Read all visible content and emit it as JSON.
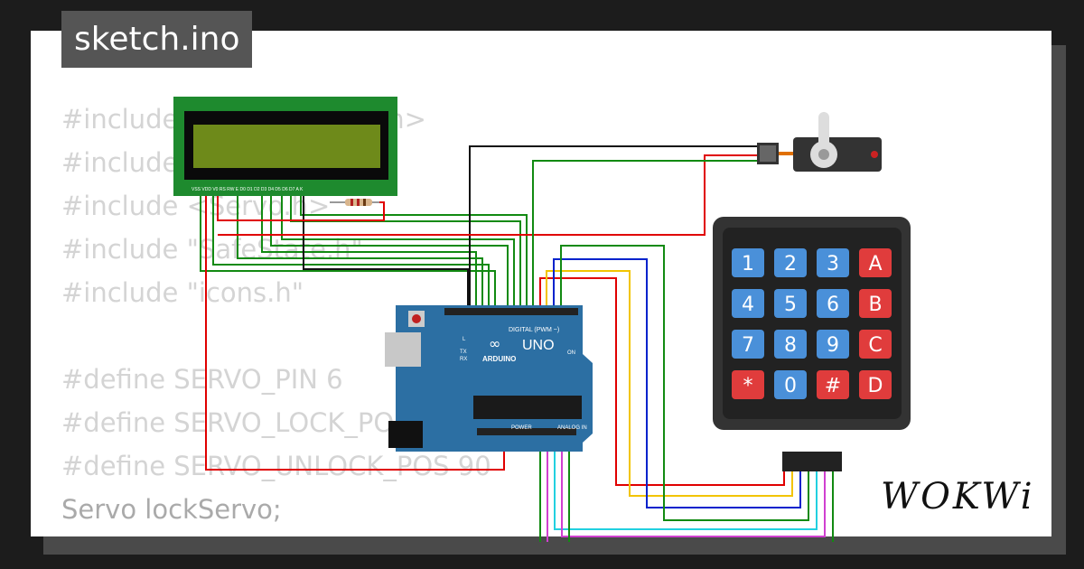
{
  "header": {
    "filename": "sketch.ino"
  },
  "code_lines": [
    "#include <LiquidCrystal.h>",
    "#include <Keypad.h>",
    "#include <Servo.h>",
    "#include \"SafeState.h\"",
    "#include \"icons.h\"",
    "",
    "#define SERVO_PIN 6",
    "#define SERVO_LOCK_POS 20",
    "#define SERVO_UNLOCK_POS 90",
    "Servo lockServo;"
  ],
  "arduino": {
    "model": "UNO",
    "brand": "ARDUINO",
    "digital_label": "DIGITAL (PWM ~)",
    "analog_label": "ANALOG IN",
    "power_label": "POWER",
    "on_label": "ON",
    "tx_label": "TX",
    "rx_label": "RX",
    "l_label": "L"
  },
  "lcd": {
    "pins_label": "VSS VDD V0 RS RW E D0 D1 D2 D3 D4 D5 D6 D7 A K"
  },
  "keypad": {
    "keys": [
      "1",
      "2",
      "3",
      "A",
      "4",
      "5",
      "6",
      "B",
      "7",
      "8",
      "9",
      "C",
      "*",
      "0",
      "#",
      "D"
    ]
  },
  "brand": {
    "logo_text": "WOKWi"
  },
  "colors": {
    "page_bg": "#1c1c1c",
    "card_bg": "#ffffff",
    "key_blue": "#4a90d9",
    "key_red": "#e03c3c",
    "wire_red": "#e00000",
    "wire_green": "#128a12",
    "wire_black": "#111111",
    "arduino_blue": "#2c6fa3"
  }
}
